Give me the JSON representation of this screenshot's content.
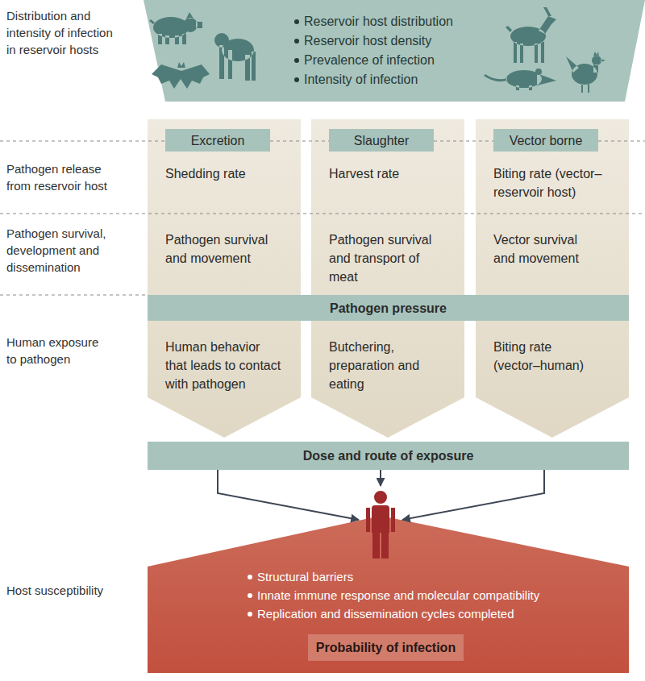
{
  "diagram": {
    "nodes": [
      {
        "text": [
          "Reservoir host distribution",
          "Reservoir host density",
          "Prevalence of infection",
          "Intensity of infection"
        ]
      },
      {
        "text": [
          "Shedding rate",
          "Pathogen survival and movement",
          "Human behavior that leads to contact with pathogen"
        ]
      },
      {
        "text": [
          "Excretion"
        ],
        "in": 1
      },
      {
        "text": [
          "Harvest rate",
          "Pathogen survival and transport of meat",
          "Butchering, preparation and eating"
        ]
      },
      {
        "text": [
          "Slaughter"
        ],
        "in": 3
      },
      {
        "text": [
          "Biting rate (vector– reservoir host)",
          "Vector survival and movement",
          "Biting rate (vector–human)"
        ]
      },
      {
        "text": [
          "Vector borne"
        ],
        "in": 5
      },
      {
        "text": [
          "Pathogen pressure"
        ]
      },
      {
        "text": [
          "Dose and route of exposure"
        ]
      },
      {
        "text": [
          "Structural barriers",
          "Innate immune response and molecular compatibility",
          "Replication and dissemination cycles completed"
        ]
      },
      {
        "text": [
          "Probability of infection"
        ],
        "in": 9
      }
    ],
    "edges": [
      {
        "from": 8,
        "to": 9,
        "arrow": "to"
      },
      {
        "from": 8,
        "to": 9,
        "arrow": "to"
      },
      {
        "from": 8,
        "to": 9,
        "arrow": "to"
      }
    ],
    "labels": [
      "Distribution and intensity of infection in reservoir hosts",
      "Pathogen release from reservoir host",
      "Pathogen survival, development and dissemination",
      "Human exposure to pathogen",
      "Host susceptibility"
    ]
  }
}
